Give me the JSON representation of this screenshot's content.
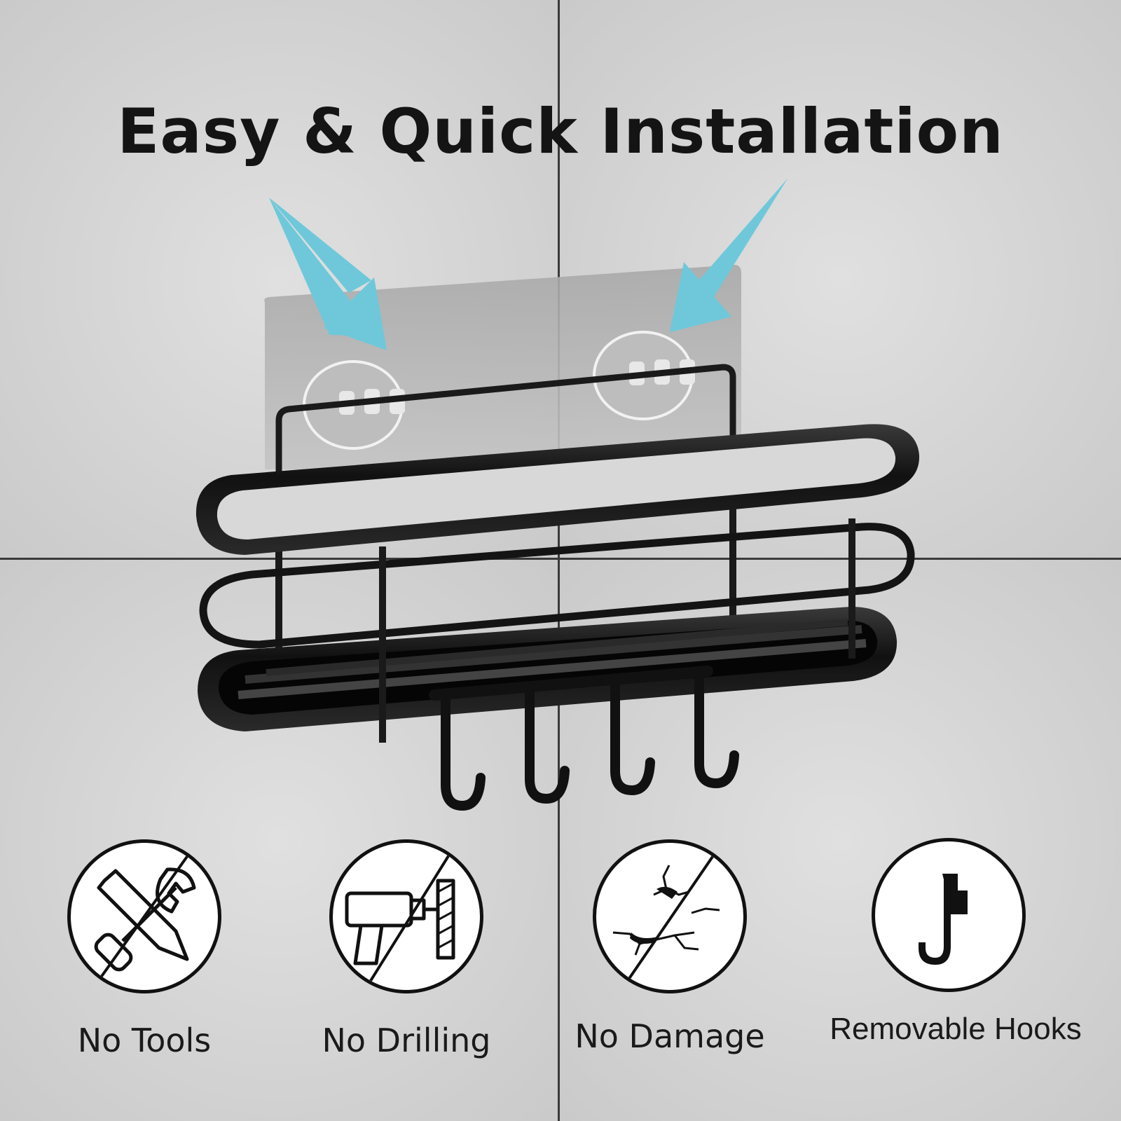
{
  "headline": "Easy & Quick Installation",
  "colors": {
    "accent_arrow": "#6ec8da",
    "basket": "#111111",
    "wall_tile": "#d4d4d4",
    "grout": "#3a3a3a"
  },
  "features": [
    {
      "label": "No Tools",
      "icon": "no-tools-icon"
    },
    {
      "label": "No Drilling",
      "icon": "no-drilling-icon"
    },
    {
      "label": "No Damage",
      "icon": "no-damage-icon"
    },
    {
      "label": "Removable Hooks",
      "icon": "hook-icon"
    }
  ]
}
